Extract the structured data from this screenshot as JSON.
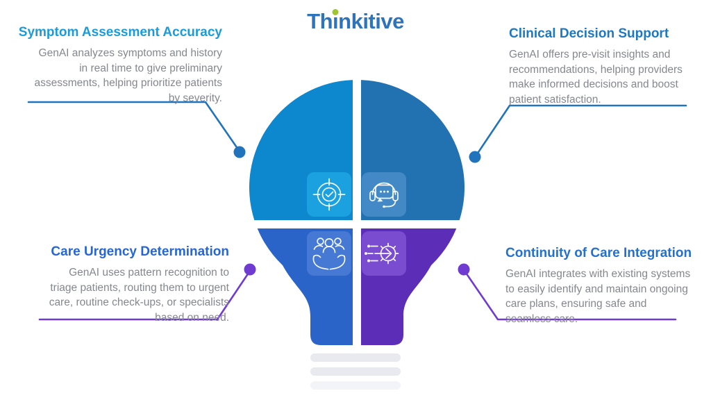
{
  "logo": {
    "text": "Thinkitive",
    "part_pre": "Th",
    "part_i": "ı",
    "part_post": "nkitive",
    "text_color": "#2e74bc",
    "dot_color": "#a0c530"
  },
  "sections": [
    {
      "title": "Symptom Assessment Accuracy",
      "title_color": "#1a9cdb",
      "lines": [
        "GenAI analyzes symptoms and history",
        "in real time to give preliminary",
        "assessments, helping prioritize patients",
        "by severity."
      ],
      "icon": "target-check-icon",
      "quadrant_color": "#0d87ce",
      "tile_color": "#1ba1df",
      "connector_color": "#2173bb"
    },
    {
      "title": "Clinical Decision Support",
      "title_color": "#1e78c0",
      "lines": [
        "GenAI offers pre-visit insights and",
        "recommendations, helping providers",
        "make informed decisions and boost",
        "patient satisfaction."
      ],
      "icon": "headset-chat-icon",
      "quadrant_color": "#2271b1",
      "tile_color": "#4289c6",
      "connector_color": "#2173bb"
    },
    {
      "title": "Care Urgency Determination",
      "title_color": "#2766d2",
      "lines": [
        "GenAI uses pattern recognition to",
        "triage patients, routing them to urgent",
        "care, routine check-ups, or specialists",
        "based  on need."
      ],
      "icon": "hands-people-icon",
      "quadrant_color": "#2a64c9",
      "tile_color": "#4679d4",
      "connector_color": "#6f3bd0"
    },
    {
      "title": "Continuity of Care Integration",
      "title_color": "#2470cf",
      "lines": [
        "GenAI integrates with existing systems",
        "to easily identify and maintain ongoing",
        "care plans, ensuring safe and",
        "seamless care."
      ],
      "icon": "gear-circuit-icon",
      "quadrant_color": "#5c2eb8",
      "tile_color": "#7a4cd0",
      "connector_color": "#6f3bd0"
    }
  ],
  "body_text_color": "#85878f",
  "bulb": {
    "shape": "lightbulb",
    "base_bar_count": 3,
    "base_bar_color": "#e9eaef",
    "base_bar_color_last": "#f3f4f8",
    "gap_color": "#ffffff"
  }
}
